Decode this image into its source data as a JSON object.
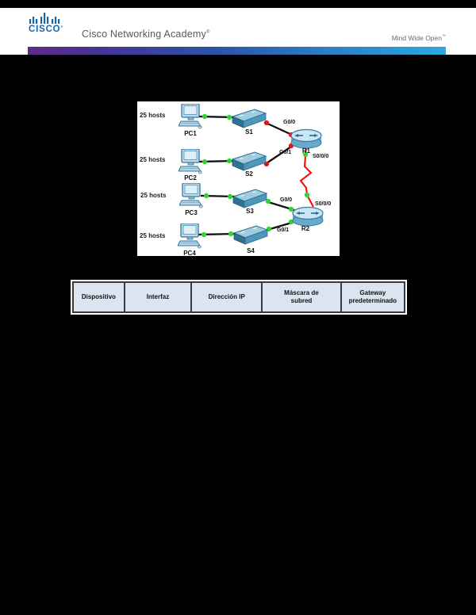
{
  "header": {
    "logo_word": "CISCO",
    "logo_mark": "®",
    "brand": "Cisco Networking Academy",
    "brand_mark": "®",
    "tagline": "Mind Wide Open",
    "tagline_mark": "™",
    "colors": {
      "cisco_blue": "#1566ab",
      "brand_gray": "#58585b",
      "gradient_left": "#5e2c87",
      "gradient_mid": "#2b55a6",
      "gradient_right": "#2ba9e0"
    }
  },
  "diagram": {
    "hosts": [
      "25 hosts",
      "25 hosts",
      "25 hosts",
      "25 hosts"
    ],
    "pcs": [
      "PC1",
      "PC2",
      "PC3",
      "PC4"
    ],
    "switches": [
      "S1",
      "S2",
      "S3",
      "S4"
    ],
    "routers": [
      "R1",
      "R2"
    ],
    "ports": {
      "r1_g00": "G0/0",
      "r1_g01": "G0/1",
      "r1_s000": "S0/0/0",
      "r2_g00": "G0/0",
      "r2_g01": "G0/1",
      "r2_s000": "S0/0/0"
    },
    "status_colors": {
      "link_up_dot": "#2fd42f",
      "link_down_dot": "#ee1111",
      "ethernet_link": "#111111",
      "serial_link": "#fb0402"
    }
  },
  "table": {
    "headers": [
      "Dispositivo",
      "Interfaz",
      "Dirección IP",
      "Máscara de subred",
      "Gateway predeterminado"
    ],
    "header_bg": "#dbe5f1"
  }
}
